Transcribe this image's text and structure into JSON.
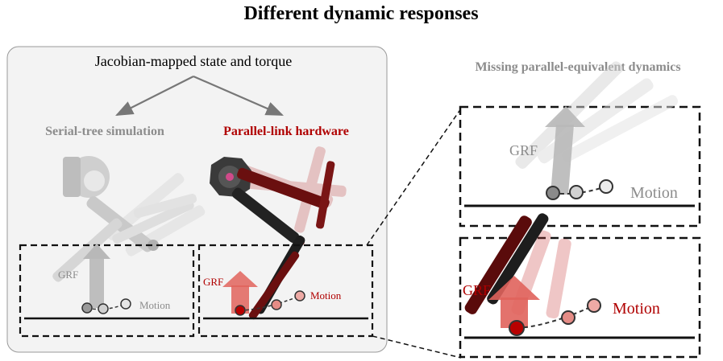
{
  "title": "Different dynamic responses",
  "left_panel": {
    "top_label": "Jacobian-mapped state and torque",
    "serial_label": "Serial-tree simulation",
    "parallel_label": "Parallel-link hardware",
    "serial_inset": {
      "grf": "GRF",
      "motion": "Motion"
    },
    "parallel_inset": {
      "grf": "GRF",
      "motion": "Motion"
    }
  },
  "right_panel": {
    "header": "Missing parallel-equivalent dynamics",
    "top_zoom": {
      "grf": "GRF",
      "motion": "Motion"
    },
    "bottom_zoom": {
      "grf": "GRF",
      "motion": "Motion"
    }
  },
  "colors": {
    "gray_text": "#8c8c8c",
    "dark_red": "#b00000",
    "red_arrow": "#e0635c",
    "gray_arrow": "#b3b3b3",
    "panel_bg": "#f3f3f3"
  }
}
